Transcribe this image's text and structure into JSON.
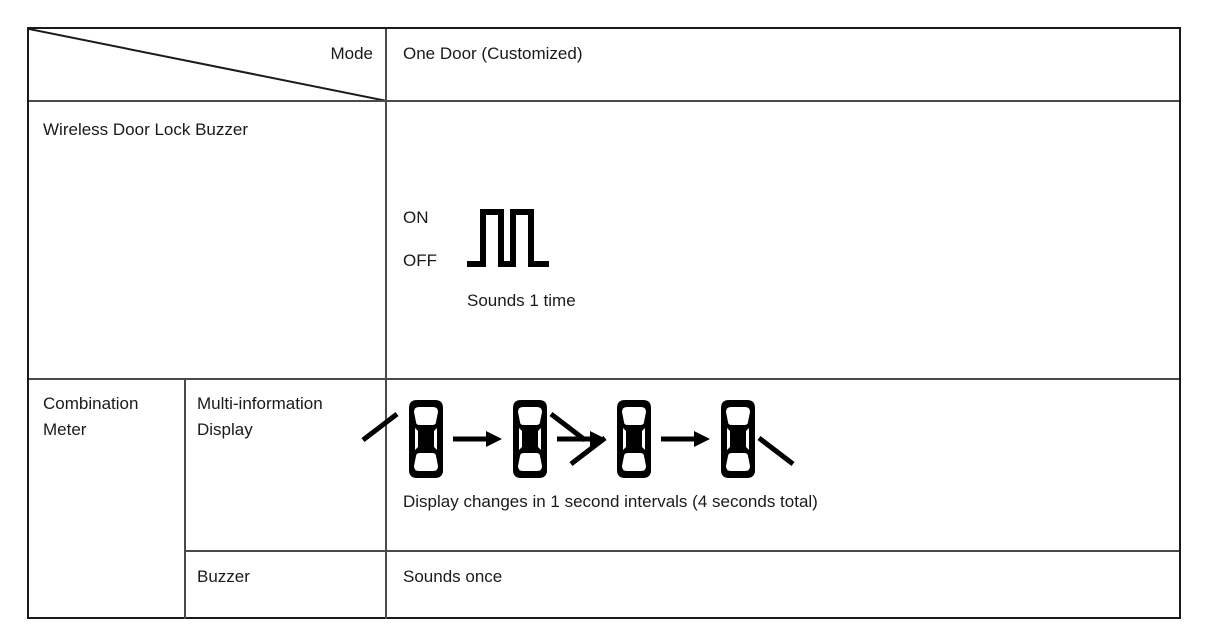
{
  "table": {
    "header": {
      "row_label": "Mode",
      "column_value": "One Door  (Customized)"
    },
    "rows": [
      {
        "label": "Wireless Door Lock Buzzer",
        "sub_label": "",
        "waveform": {
          "on_label": "ON",
          "off_label": "OFF",
          "caption": "Sounds 1 time",
          "pulse_count": 2
        }
      },
      {
        "label": "Combination\nMeter",
        "sub_label": "Multi-information\nDisplay",
        "sequence": {
          "caption": "Display changes in 1 second intervals (4 seconds total)",
          "steps": [
            {
              "icon": "door-indicator-front-left-icon",
              "position": "front-left"
            },
            {
              "icon": "door-indicator-front-right-icon",
              "position": "front-right"
            },
            {
              "icon": "door-indicator-rear-left-icon",
              "position": "rear-left"
            },
            {
              "icon": "door-indicator-rear-right-icon",
              "position": "rear-right"
            }
          ],
          "arrow": "arrow-right-icon"
        }
      },
      {
        "label": "",
        "sub_label": "Buzzer",
        "value": "Sounds once"
      }
    ]
  },
  "colors": {
    "border": "#1a1a1a",
    "inner_rule": "#4a4a4a",
    "text": "#1a1a1a",
    "ink": "#000000",
    "background": "#ffffff"
  }
}
